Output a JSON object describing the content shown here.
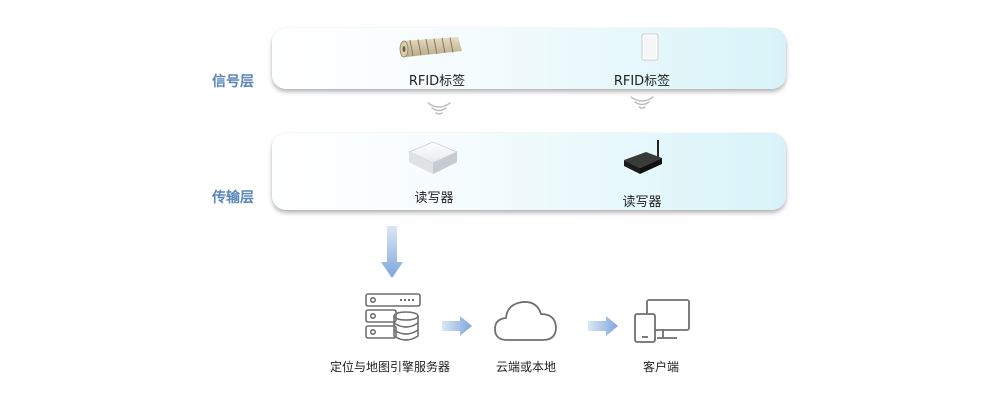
{
  "layers": {
    "signal": {
      "label": "信号层",
      "tag_a_label": "RFID标签",
      "tag_b_label": "RFID标签"
    },
    "transport": {
      "label": "传输层",
      "reader_a_label": "读写器",
      "reader_b_label": "读写器"
    }
  },
  "flow": {
    "server_label": "定位与地图引擎服务器",
    "cloud_label": "云端或本地",
    "client_label": "客户端"
  },
  "colors": {
    "layer_label": "#5b86b8",
    "arrow": "#7ea6dc",
    "icon_stroke": "#6f6f6f",
    "band_gradient_end": "#d8f3f8"
  }
}
